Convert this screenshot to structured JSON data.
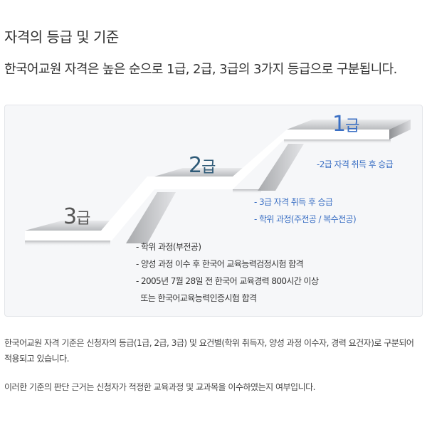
{
  "header": {
    "title": "자격의 등급 및 기준",
    "lead": "한국어교원 자격은 높은 순으로 1급, 2급, 3급의 3가지 등급으로 구분됩니다."
  },
  "diagram": {
    "grades": [
      {
        "number": "3",
        "suffix": "급",
        "color": "#555555"
      },
      {
        "number": "2",
        "suffix": "급",
        "color": "#2f5b78"
      },
      {
        "number": "1",
        "suffix": "급",
        "color": "#3a6fc4"
      }
    ],
    "grade1_requirements": [
      "-2급 자격 취득 후 승급"
    ],
    "grade2_requirements": [
      "- 3급 자격 취득 후 승급",
      "- 학위 과정(주전공 / 복수전공)"
    ],
    "grade3_requirements": [
      "- 학위 과정(부전공)",
      "- 양성 과정 이수 후 한국어 교육능력검정시험 합격",
      "- 2005년 7월 28일 전 한국어 교육경력 800시간 이상",
      "  또는 한국어교육능력인증시험 합격"
    ]
  },
  "body": {
    "paragraph1": "한국어교원 자격 기준은 신청자의 등급(1급, 2급, 3급) 및 요건별(학위 취득자, 양성 과정 이수자, 경력 요건자)로 구분되어 적용되고 있습니다.",
    "paragraph2": "이러한 기준의 판단 근거는 신청자가 적정한 교육과정 및 교과목을 이수하였는지 여부입니다."
  }
}
